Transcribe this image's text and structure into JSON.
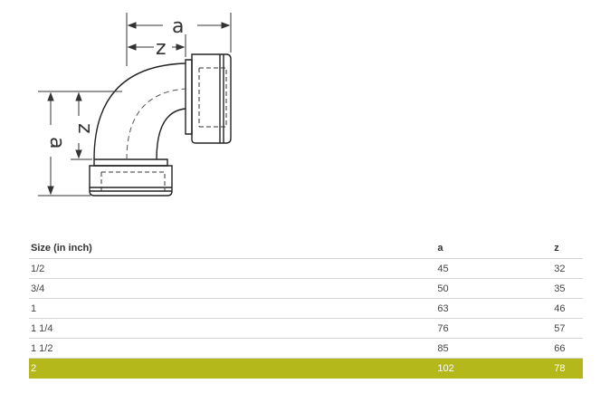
{
  "drawing": {
    "label_a_top": "a",
    "label_z_top": "z",
    "label_a_side": "a",
    "label_z_side": "z"
  },
  "table": {
    "headers": [
      "Size (in inch)",
      "a",
      "z"
    ],
    "rows": [
      {
        "size": "1/2",
        "a": "45",
        "z": "32"
      },
      {
        "size": "3/4",
        "a": "50",
        "z": "35"
      },
      {
        "size": "1",
        "a": "63",
        "z": "46"
      },
      {
        "size": "1 1/4",
        "a": "76",
        "z": "57"
      },
      {
        "size": "1 1/2",
        "a": "85",
        "z": "66"
      },
      {
        "size": "2",
        "a": "102",
        "z": "78"
      }
    ],
    "highlight_color": "#b5b81b"
  }
}
